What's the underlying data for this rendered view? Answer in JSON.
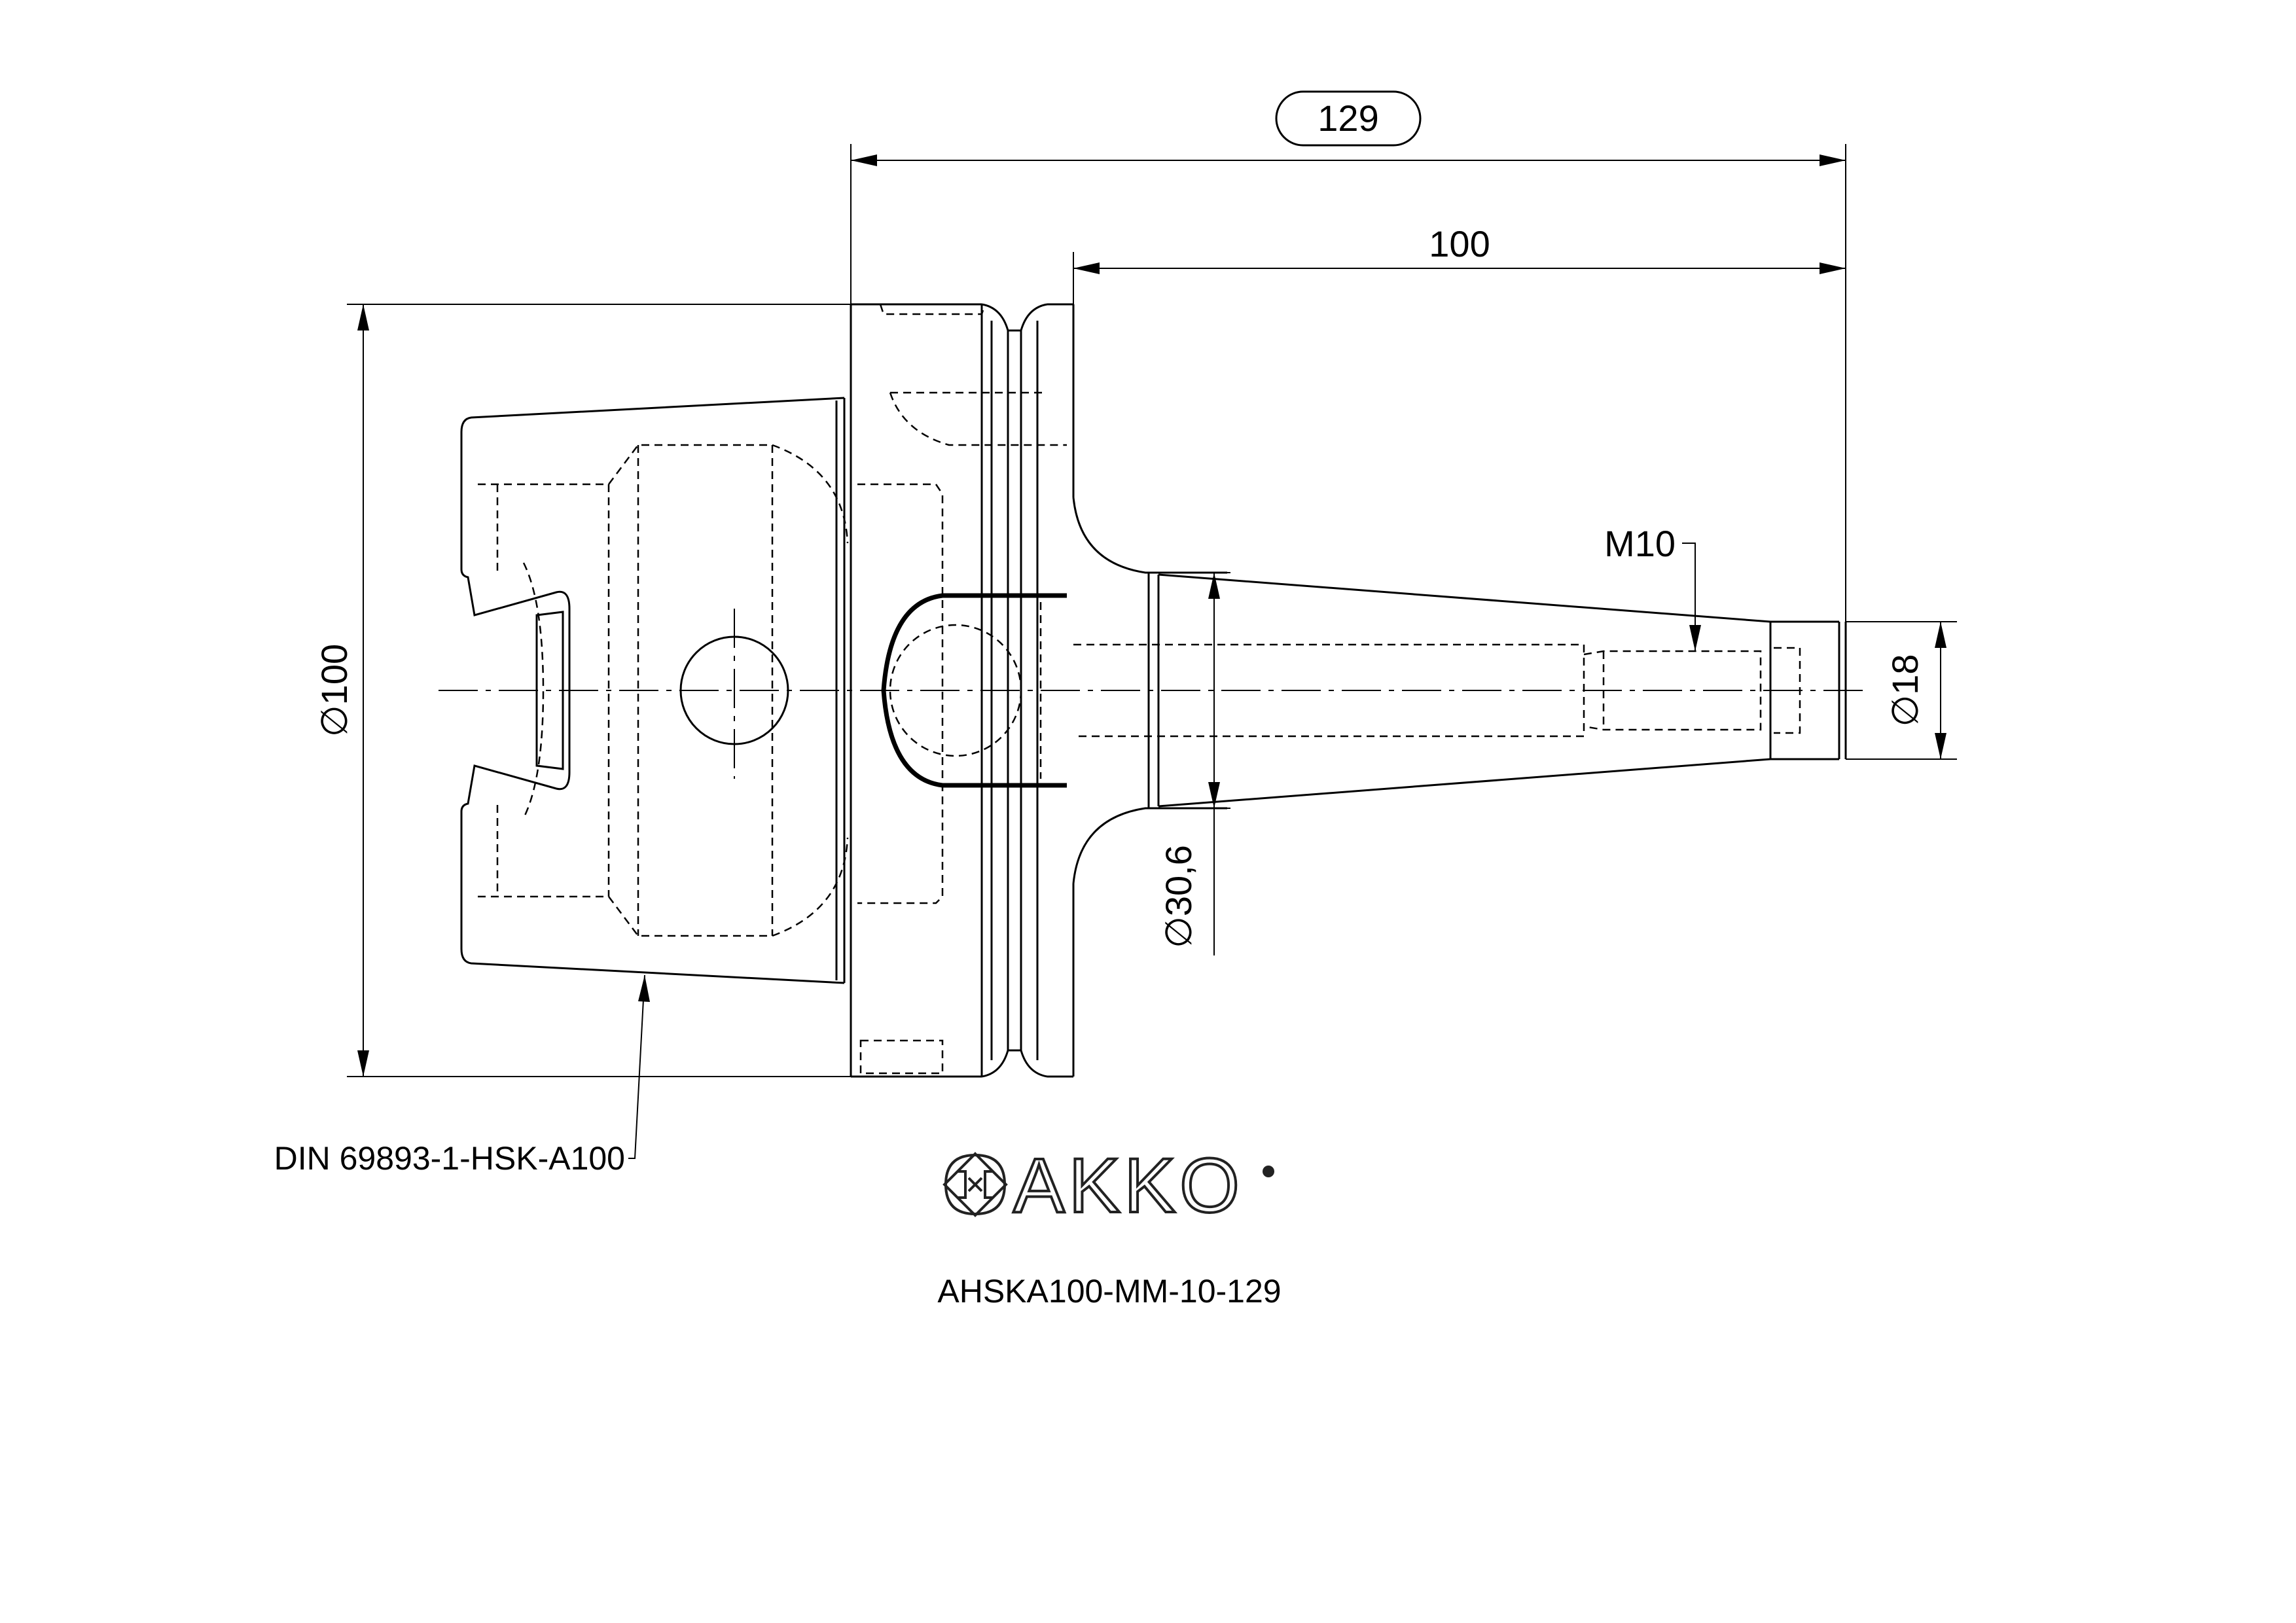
{
  "dimensions": {
    "overall_length": "129",
    "gauge_length": "100",
    "flange_diameter": "∅100",
    "nose_diameter": "∅30,6",
    "tip_diameter": "∅18",
    "thread": "M10"
  },
  "labels": {
    "standard": "DIN 69893-1-HSK-A100",
    "part_number": "AHSKA100-MM-10-129"
  },
  "logo": {
    "brand": "AKKO",
    "icon": "akko-emblem-icon"
  },
  "colors": {
    "line": "#000000",
    "background": "#ffffff"
  }
}
